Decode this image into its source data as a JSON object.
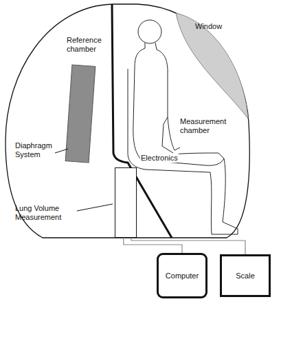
{
  "diagram": {
    "nodes": [
      {
        "text": [
          "Electronics"
        ]
      },
      {
        "text": [
          "Computer"
        ]
      },
      {
        "text": [
          "Scale"
        ]
      }
    ],
    "edges": [
      {
        "from": 0,
        "to": 1,
        "arrow": "none"
      },
      {
        "from": 0,
        "to": 2,
        "arrow": "none"
      }
    ],
    "labels": [
      "Reference chamber",
      "Window",
      "Diaphragm System",
      "Measurement chamber",
      "Lung Volume Measurement"
    ]
  }
}
